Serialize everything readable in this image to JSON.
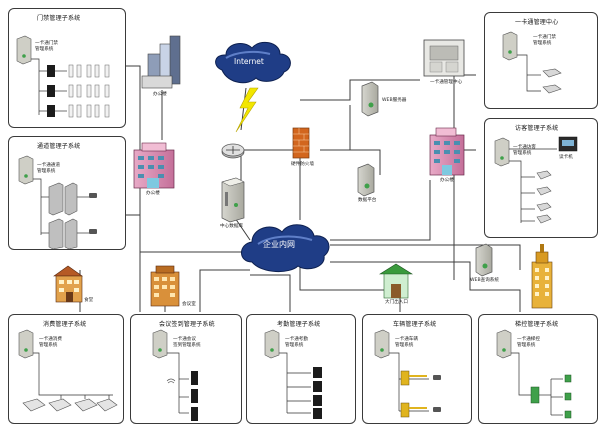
{
  "panels": {
    "door": {
      "title": "门禁管理子系统",
      "server": "一卡通门禁\n管理系统"
    },
    "channel": {
      "title": "通道管理子系统",
      "server": "一卡通通道\n管理系统"
    },
    "card_center": {
      "title": "一卡通管理中心"
    },
    "visitor": {
      "title": "访客管理子系统",
      "server": "一卡通访客\n管理系统",
      "device": "读卡机"
    },
    "consume": {
      "title": "消费管理子系统",
      "server": "一卡通消费\n管理系统"
    },
    "meeting": {
      "title": "会议签到管理子系统",
      "server": "一卡通会议\n签到管理系统"
    },
    "attendance": {
      "title": "考勤管理子系统",
      "server": "一卡通考勤\n管理系统"
    },
    "vehicle": {
      "title": "车辆管理子系统",
      "server": "一卡通车辆\n管理系统"
    },
    "elevator": {
      "title": "梯控管理子系统",
      "server": "一卡通梯控\n管理系统"
    }
  },
  "center": {
    "internet": "Internet",
    "intranet": "企业内网",
    "firewall": "硬件防火墙",
    "web_server": "WEB服务器",
    "card_center_node": "一卡通管理中心",
    "office_top": "办公楼",
    "office_left": "办公楼",
    "office_right": "办公楼",
    "data_center": "中心数据库",
    "relay": "数据平台",
    "canteen": "食堂",
    "meeting_room": "会议室",
    "gate": "大门出入口",
    "web_query": "WEB查询系统"
  },
  "colors": {
    "line": "#3c3c3c",
    "panel_border": "#3a3a3a",
    "cloud": "#1f3d86",
    "bolt": "#f2e600",
    "firewall": "#d2661e"
  }
}
